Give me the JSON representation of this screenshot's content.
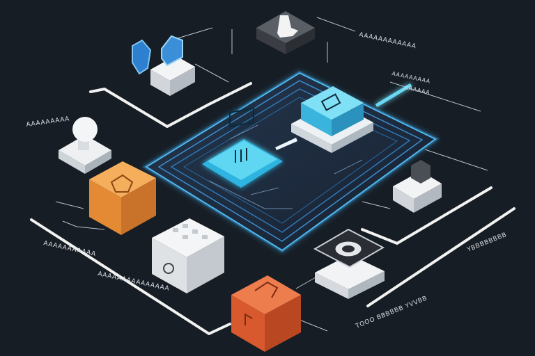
{
  "colors": {
    "background": "#171d24",
    "board_glow": "#3aa6e8",
    "board_fill": "#1e2a3a",
    "chip_cyan": "#4cc6e8",
    "cube_orange": "#f0a04a",
    "cube_red": "#e0663c",
    "cube_white": "#e8eaec",
    "line_white": "#f2f2f2"
  },
  "icons": [
    "shield-icon",
    "lock-icon",
    "document-icon",
    "cloud-icon",
    "puzzle-icon",
    "grid-icon",
    "target-icon",
    "database-icon"
  ],
  "labels": {
    "top_right_1": "AAAAAAAAAAAA",
    "top_right_2": "AAAAAAAAA",
    "top_right_3": "AAAAAA",
    "left_upper": "AAAAAAAAA",
    "left_lower_1": "AAAAAAAAAAA",
    "left_lower_2": "AAAAAAAAAAAAAAA",
    "bottom_right_1": "TOOO BBBBBB YVVBB",
    "bottom_right_2": "YBBBBBBBB"
  }
}
